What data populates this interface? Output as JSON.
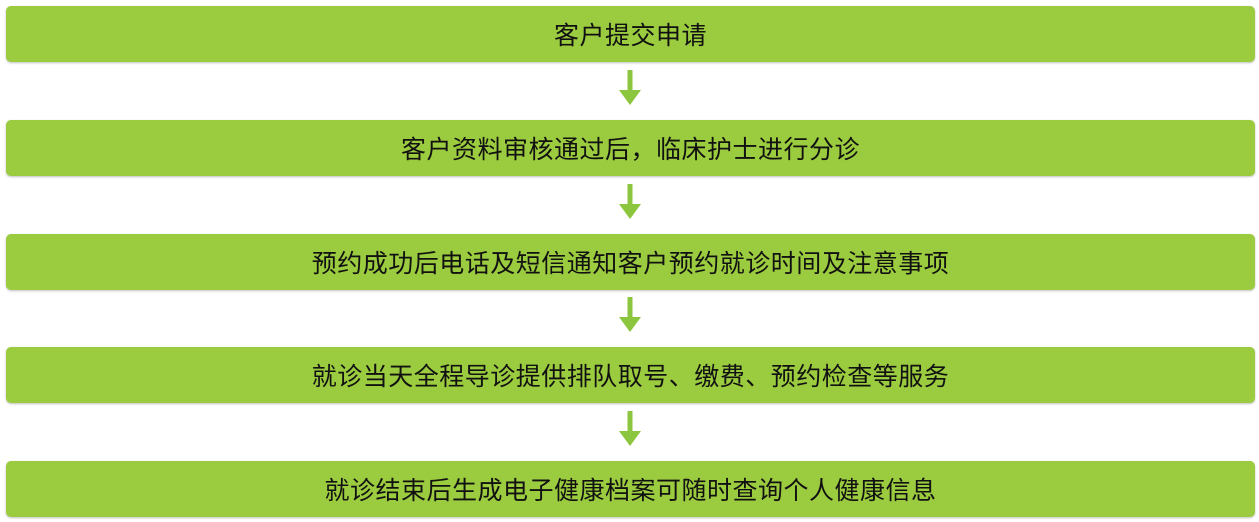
{
  "flow": {
    "steps": [
      {
        "label": "客户提交申请"
      },
      {
        "label": "客户资料审核通过后，临床护士进行分诊"
      },
      {
        "label": "预约成功后电话及短信通知客户预约就诊时间及注意事项"
      },
      {
        "label": "就诊当天全程导诊提供排队取号、缴费、预约检查等服务"
      },
      {
        "label": "就诊结束后生成电子健康档案可随时查询个人健康信息"
      }
    ],
    "colors": {
      "step_fill": "#9bcb3e",
      "arrow": "#8cc63f",
      "text": "#111111"
    },
    "arrow_icon": "arrow-down"
  }
}
